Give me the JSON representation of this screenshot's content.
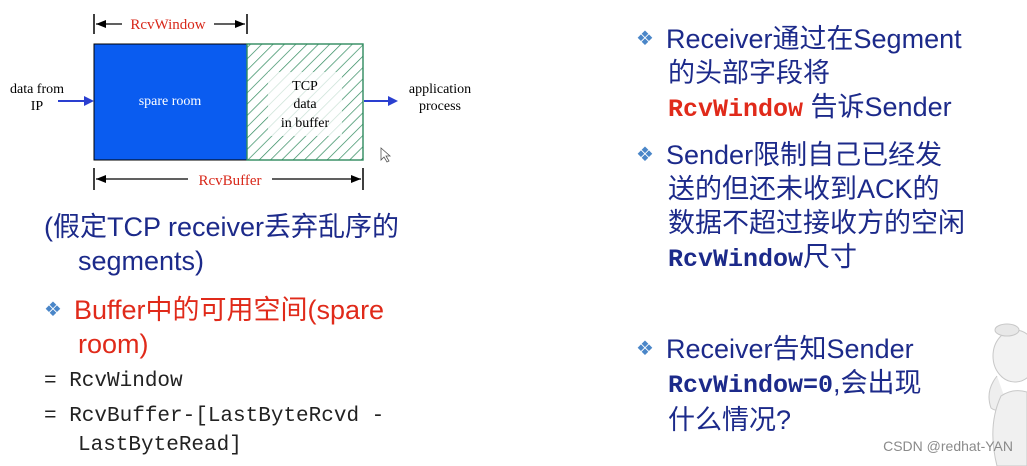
{
  "diagram": {
    "rcv_window_label": "RcvWindow",
    "rcv_buffer_label": "RcvBuffer",
    "spare_room_label": "spare room",
    "tcp_data_line1": "TCP",
    "tcp_data_line2": "data",
    "tcp_data_line3": "in buffer",
    "data_from_line1": "data from",
    "data_from_line2": "IP",
    "app_line1": "application",
    "app_line2": "process",
    "colors": {
      "spare": "#0a5cf0",
      "buffer_hatch": "#2f8a5e",
      "label_red": "#d8281a"
    }
  },
  "left": {
    "note_line1": "(假定TCP receiver丢弃乱序的",
    "note_line2": "segments)",
    "bullet_line1": "Buffer中的可用空间(spare",
    "bullet_line2": "room)",
    "eq1": "= RcvWindow",
    "eq2_line1": "= RcvBuffer-[LastByteRcvd -",
    "eq2_line2": "LastByteRead]"
  },
  "right": {
    "b1_line1": "Receiver通过在Segment",
    "b1_line2": "的头部字段将",
    "b1_code": "RcvWindow",
    "b1_line3_tail": " 告诉Sender",
    "b2_line1": "Sender限制自己已经发",
    "b2_line2": "送的但还未收到ACK的",
    "b2_line3": "数据不超过接收方的空闲",
    "b2_code": "RcvWindow",
    "b2_line4_tail": "尺寸",
    "b3_line1": "Receiver告知Sender",
    "b3_code": "RcvWindow=0",
    "b3_line2_tail": ",会出现",
    "b3_line3": "什么情况?"
  },
  "watermark": "CSDN @redhat-YAN"
}
